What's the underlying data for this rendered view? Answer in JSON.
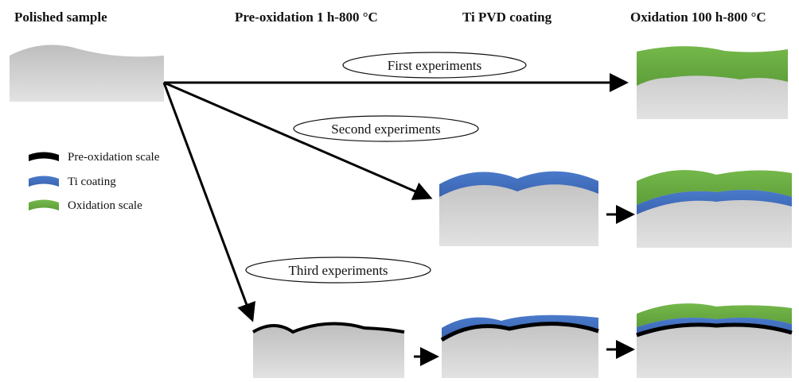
{
  "headings": {
    "col1": "Polished sample",
    "col2": "Pre-oxidation 1 h-800 °C",
    "col3": "Ti PVD coating",
    "col4": "Oxidation 100 h-800 °C"
  },
  "experiments": {
    "first": "First experiments",
    "second": "Second experiments",
    "third": "Third experiments"
  },
  "legend": [
    {
      "label": "Pre-oxidation scale",
      "color": "#000000"
    },
    {
      "label": "Ti coating",
      "color": "#4472C4"
    },
    {
      "label": "Oxidation scale",
      "color": "#70AD47"
    }
  ],
  "colors": {
    "substrate": "#C8C8C8",
    "pre_oxidation": "#000000",
    "ti_coating": "#4472C4",
    "oxidation": "#70AD47"
  }
}
